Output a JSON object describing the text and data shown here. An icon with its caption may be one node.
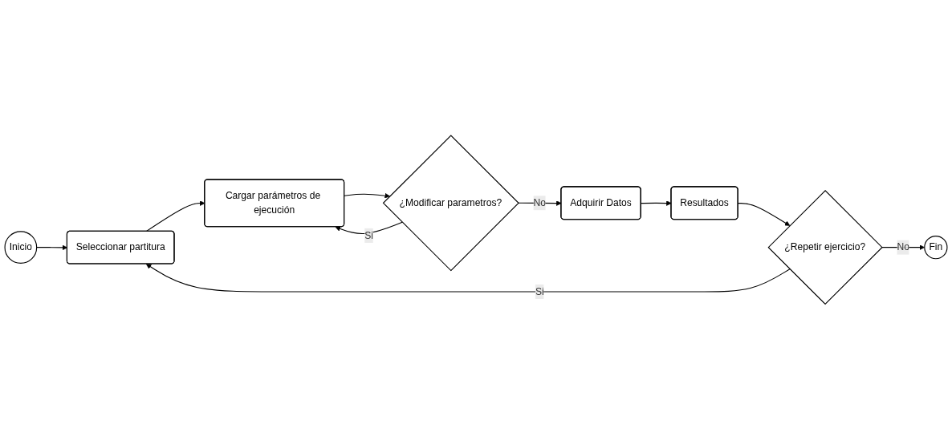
{
  "diagram": {
    "nodes": [
      {
        "text": [
          "Inicio"
        ]
      },
      {
        "text": [
          "Seleccionar partitura"
        ]
      },
      {
        "text": [
          "Cargar parámetros de ejecución"
        ]
      },
      {
        "text": [
          "¿Modificar parametros?"
        ]
      },
      {
        "text": [
          "Adquirir Datos"
        ]
      },
      {
        "text": [
          "Resultados"
        ]
      },
      {
        "text": [
          "¿Repetir ejercicio?"
        ]
      },
      {
        "text": [
          "Fin"
        ]
      }
    ],
    "edges": [
      {
        "from": 0,
        "to": 1,
        "arrow": "to"
      },
      {
        "from": 1,
        "to": 2,
        "arrow": "to"
      },
      {
        "from": 2,
        "to": 3,
        "arrow": "to"
      },
      {
        "from": 3,
        "to": 2,
        "label": "Si",
        "arrow": "to"
      },
      {
        "from": 3,
        "to": 4,
        "label": "No",
        "arrow": "to"
      },
      {
        "from": 4,
        "to": 5,
        "arrow": "to"
      },
      {
        "from": 5,
        "to": 6,
        "arrow": "to"
      },
      {
        "from": 6,
        "to": 1,
        "label": "Si",
        "arrow": "to"
      },
      {
        "from": 6,
        "to": 7,
        "label": "No",
        "arrow": "to"
      }
    ]
  }
}
